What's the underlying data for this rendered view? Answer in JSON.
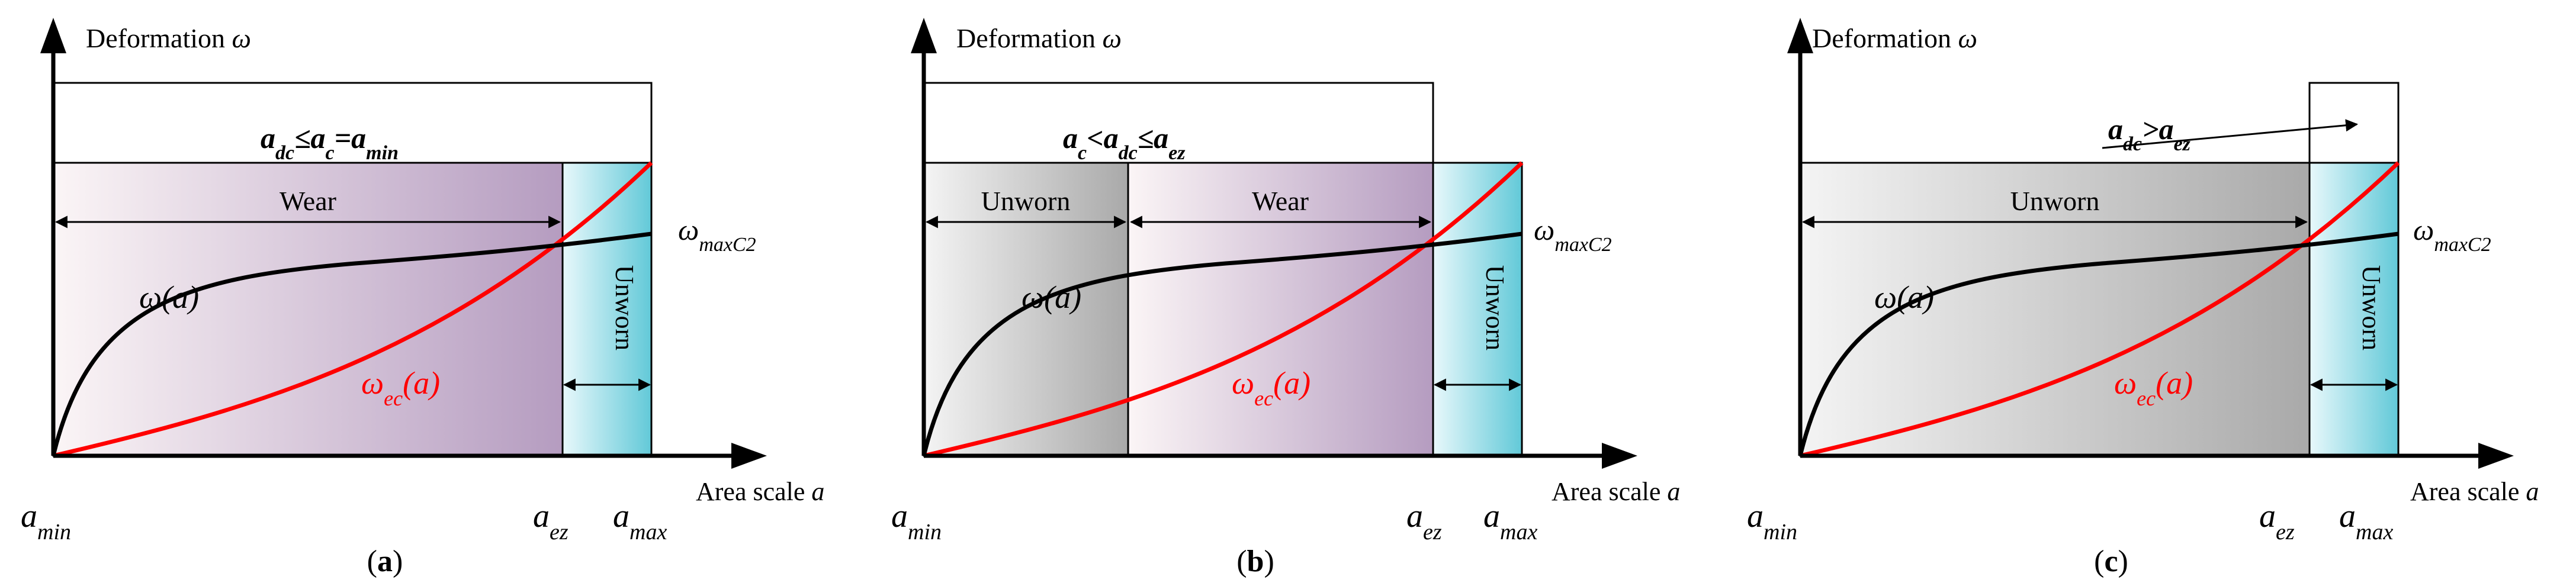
{
  "colors": {
    "axis": "#000000",
    "omega_curve": "#000000",
    "omega_ec_curve": "#ff0000",
    "wear_fill_light": "#fbf5f6",
    "wear_fill_dark": "#b59cc0",
    "unworn_grey_light": "#f4f4f4",
    "unworn_grey_dark": "#a9a9a9",
    "unworn_cyan_light": "#e8f8fb",
    "unworn_cyan_dark": "#62c9d8"
  },
  "panels": [
    {
      "id": "a",
      "caption": "a",
      "y_axis_label": "Deformation",
      "y_axis_symbol": "ω",
      "x_axis_label": "Area scale",
      "x_axis_symbol": "a",
      "x_ticks": {
        "min": "min",
        "ez": "ez",
        "max": "max"
      },
      "condition": {
        "p1": "a",
        "s1": "dc",
        "op1": "≤",
        "p2": "a",
        "s2": "c",
        "op2": "=",
        "p3": "a",
        "s3": "min"
      },
      "regions": [
        "Wear"
      ],
      "unworn_label": "Unworn",
      "omega_label": "ω(a)",
      "omega_ec_label": {
        "base": "ω",
        "sub": "ec",
        "arg": "(a)"
      },
      "omega_max_label": {
        "base": "ω",
        "sub": "maxC2"
      }
    },
    {
      "id": "b",
      "caption": "b",
      "y_axis_label": "Deformation",
      "y_axis_symbol": "ω",
      "x_axis_label": "Area scale",
      "x_axis_symbol": "a",
      "x_ticks": {
        "min": "min",
        "ez": "ez",
        "max": "max"
      },
      "condition": {
        "p1": "a",
        "s1": "c",
        "op1": "<",
        "p2": "a",
        "s2": "dc",
        "op2": "≤",
        "p3": "a",
        "s3": "ez"
      },
      "regions": [
        "Unworn",
        "Wear"
      ],
      "unworn_label": "Unworn",
      "omega_label": "ω(a)",
      "omega_ec_label": {
        "base": "ω",
        "sub": "ec",
        "arg": "(a)"
      },
      "omega_max_label": {
        "base": "ω",
        "sub": "maxC2"
      }
    },
    {
      "id": "c",
      "caption": "c",
      "y_axis_label": "Deformation",
      "y_axis_symbol": "ω",
      "x_axis_label": "Area scale",
      "x_axis_symbol": "a",
      "x_ticks": {
        "min": "min",
        "ez": "ez",
        "max": "max"
      },
      "condition": {
        "p1": "a",
        "s1": "dc",
        "op1": ">",
        "p2": "a",
        "s2": "ez"
      },
      "regions": [
        "Unworn"
      ],
      "unworn_label": "Unworn",
      "omega_label": "ω(a)",
      "omega_ec_label": {
        "base": "ω",
        "sub": "ec",
        "arg": "(a)"
      },
      "omega_max_label": {
        "base": "ω",
        "sub": "maxC2"
      }
    }
  ]
}
